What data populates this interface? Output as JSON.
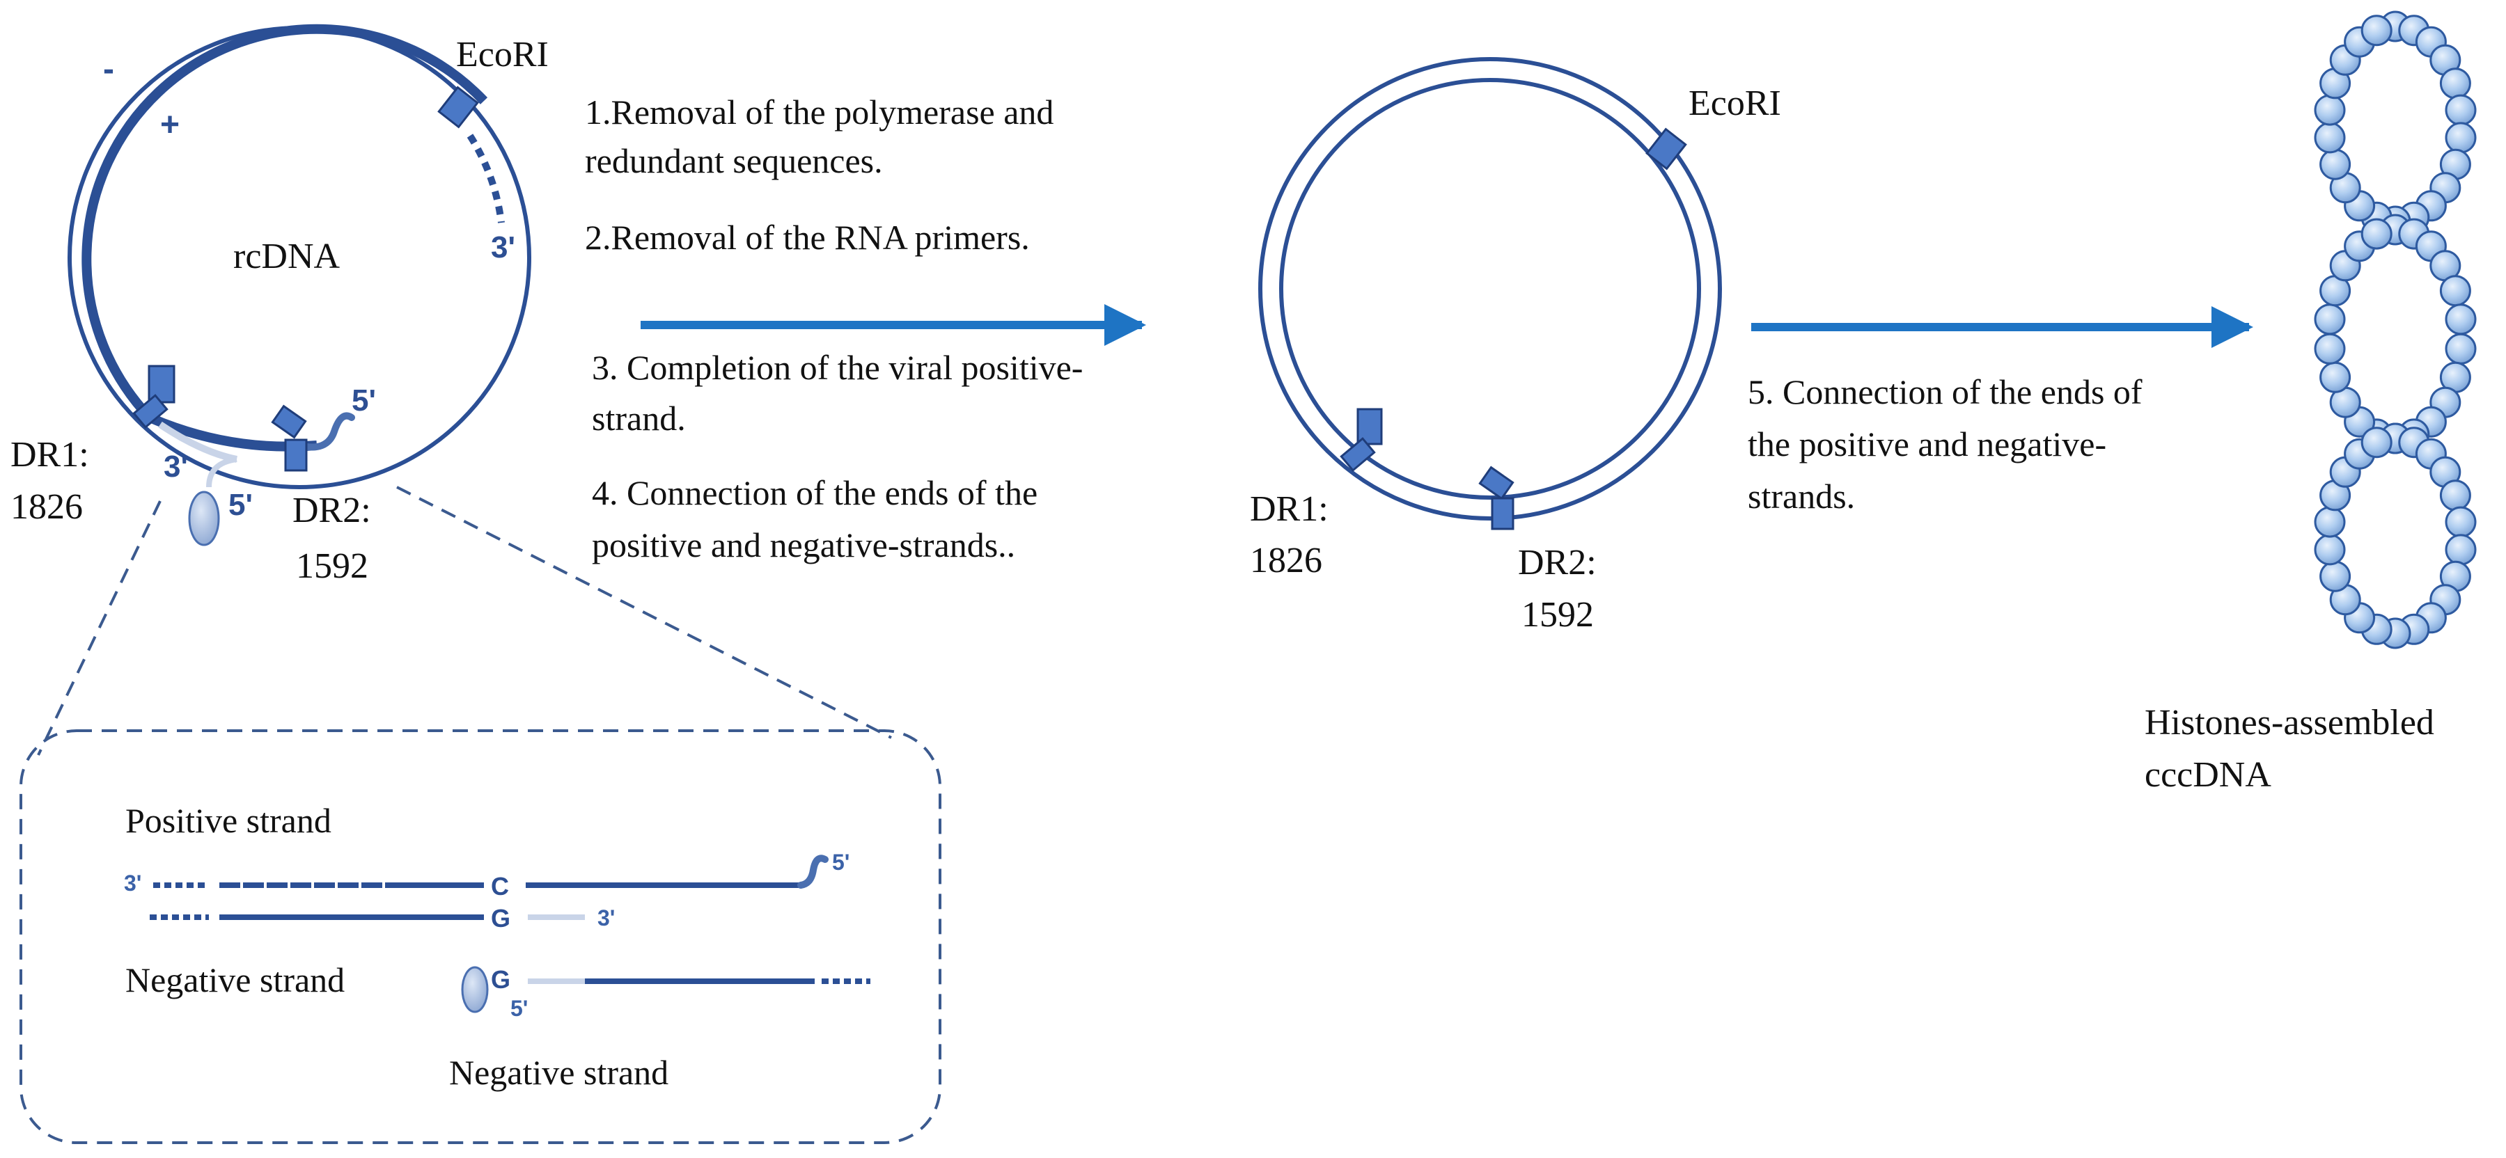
{
  "colors": {
    "strand_dark": "#2b4f95",
    "strand_light": "#c9d4e8",
    "dr_box": "#4a78c6",
    "arrow": "#1e74c4",
    "dashed": "#3b5a8f",
    "histone_fill": "#a9c8ef",
    "histone_stroke": "#2e5aa0"
  },
  "rcdna": {
    "title": "rcDNA",
    "ecori": "EcoRI",
    "minus": "-",
    "plus": "+",
    "three_prime": "3'",
    "five_prime_right": "5'",
    "five_prime_primer": "5'",
    "three_prime_gap": "3'",
    "dr1_name": "DR1:",
    "dr1_pos": "1826",
    "dr2_name": "DR2:",
    "dr2_pos": "1592"
  },
  "zoom": {
    "positive_label": "Positive strand",
    "negative_label": "Negative strand",
    "negative_bottom_label": "Negative strand",
    "left_3prime": "3'",
    "c_base": "C",
    "g_base_top": "G",
    "g_base_bottom": "G",
    "five_prime_top": "5'",
    "three_prime_mid": "3'",
    "five_prime_bottom": "5'"
  },
  "steps": {
    "s1_line1": "1.Removal of the polymerase and",
    "s1_line2": "redundant sequences.",
    "s2": "2.Removal of the RNA primers.",
    "s3_line1": "3. Completion of the viral positive-",
    "s3_line2": "strand.",
    "s4_line1": "4. Connection of the ends of the",
    "s4_line2": "positive and negative-strands.."
  },
  "intermediate": {
    "ecori": "EcoRI",
    "dr1_name": "DR1:",
    "dr1_pos": "1826",
    "dr2_name": "DR2:",
    "dr2_pos": "1592"
  },
  "step5": {
    "line1": "5. Connection of the ends of",
    "line2": "the positive and negative-",
    "line3": "strands."
  },
  "cccdna": {
    "label_line1": "Histones-assembled",
    "label_line2": "cccDNA"
  }
}
